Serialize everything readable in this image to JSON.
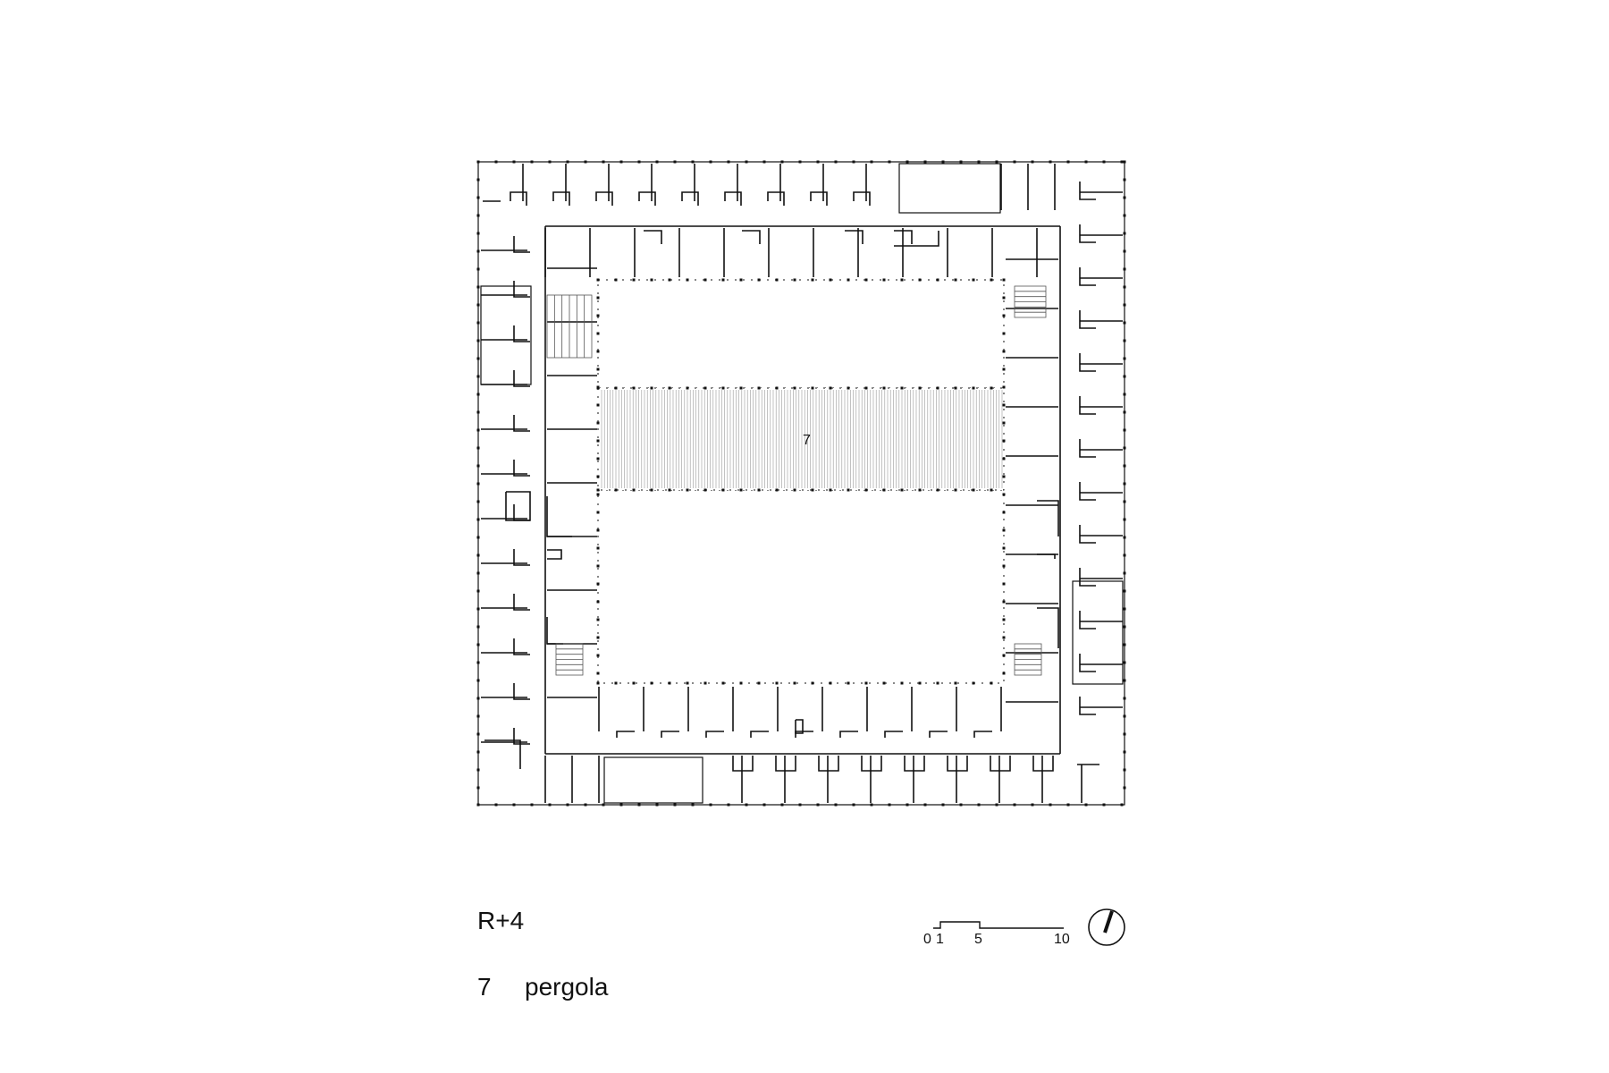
{
  "drawing": {
    "level": "R+4",
    "pergola_tag": "7"
  },
  "legend": [
    {
      "number": "7",
      "label": "pergola"
    }
  ],
  "scale_bar": {
    "ticks": [
      "0",
      "1",
      "5",
      "10"
    ]
  },
  "colors": {
    "ink": "#111111",
    "hatch": "#9a9a9a",
    "background": "#ffffff"
  },
  "icons": {
    "north_arrow": "north-arrow-icon"
  }
}
